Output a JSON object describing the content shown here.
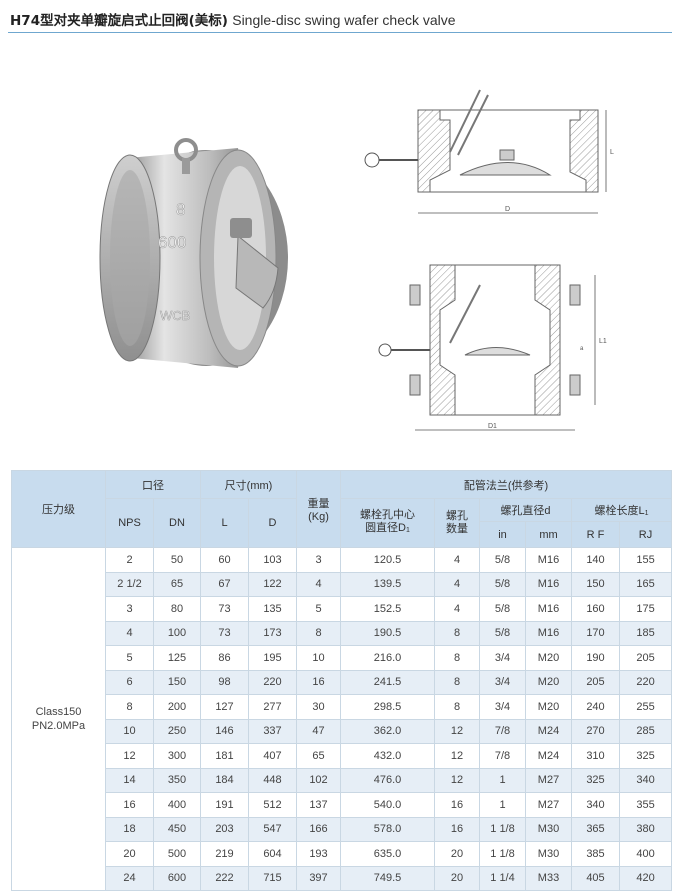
{
  "title": {
    "cn": "H74型对夹单瓣旋启式止回阀(美标)",
    "en": "Single-disc swing wafer check valve"
  },
  "drawing_labels": {
    "L": "L",
    "D": "D",
    "L1": "L1",
    "D1": "D1",
    "a": "a"
  },
  "photo_marks": {
    "size": "8",
    "class": "600",
    "material": "WCB"
  },
  "table": {
    "header": {
      "pressure": "压力级",
      "bore": "口径",
      "nps": "NPS",
      "dn": "DN",
      "size": "尺寸(mm)",
      "l": "L",
      "d": "D",
      "weight": "重量\n(Kg)",
      "flange": "配管法兰(供参考)",
      "pcd": "螺栓孔中心\n圆直径D",
      "pcd_sub": "1",
      "holes": "螺孔\n数量",
      "hole_dia": "螺孔直径d",
      "in": "in",
      "mm": "mm",
      "bolt_len": "螺栓长度L",
      "bolt_len_sub": "1",
      "rf": "R F",
      "rj": "RJ"
    },
    "pressure_class": "Class150\nPN2.0MPa",
    "rows": [
      [
        "2",
        "50",
        "60",
        "103",
        "3",
        "120.5",
        "4",
        "5/8",
        "M16",
        "140",
        "155"
      ],
      [
        "2 1/2",
        "65",
        "67",
        "122",
        "4",
        "139.5",
        "4",
        "5/8",
        "M16",
        "150",
        "165"
      ],
      [
        "3",
        "80",
        "73",
        "135",
        "5",
        "152.5",
        "4",
        "5/8",
        "M16",
        "160",
        "175"
      ],
      [
        "4",
        "100",
        "73",
        "173",
        "8",
        "190.5",
        "8",
        "5/8",
        "M16",
        "170",
        "185"
      ],
      [
        "5",
        "125",
        "86",
        "195",
        "10",
        "216.0",
        "8",
        "3/4",
        "M20",
        "190",
        "205"
      ],
      [
        "6",
        "150",
        "98",
        "220",
        "16",
        "241.5",
        "8",
        "3/4",
        "M20",
        "205",
        "220"
      ],
      [
        "8",
        "200",
        "127",
        "277",
        "30",
        "298.5",
        "8",
        "3/4",
        "M20",
        "240",
        "255"
      ],
      [
        "10",
        "250",
        "146",
        "337",
        "47",
        "362.0",
        "12",
        "7/8",
        "M24",
        "270",
        "285"
      ],
      [
        "12",
        "300",
        "181",
        "407",
        "65",
        "432.0",
        "12",
        "7/8",
        "M24",
        "310",
        "325"
      ],
      [
        "14",
        "350",
        "184",
        "448",
        "102",
        "476.0",
        "12",
        "1",
        "M27",
        "325",
        "340"
      ],
      [
        "16",
        "400",
        "191",
        "512",
        "137",
        "540.0",
        "16",
        "1",
        "M27",
        "340",
        "355"
      ],
      [
        "18",
        "450",
        "203",
        "547",
        "166",
        "578.0",
        "16",
        "1 1/8",
        "M30",
        "365",
        "380"
      ],
      [
        "20",
        "500",
        "219",
        "604",
        "193",
        "635.0",
        "20",
        "1 1/8",
        "M30",
        "385",
        "400"
      ],
      [
        "24",
        "600",
        "222",
        "715",
        "397",
        "749.5",
        "20",
        "1 1/4",
        "M33",
        "405",
        "420"
      ]
    ]
  }
}
